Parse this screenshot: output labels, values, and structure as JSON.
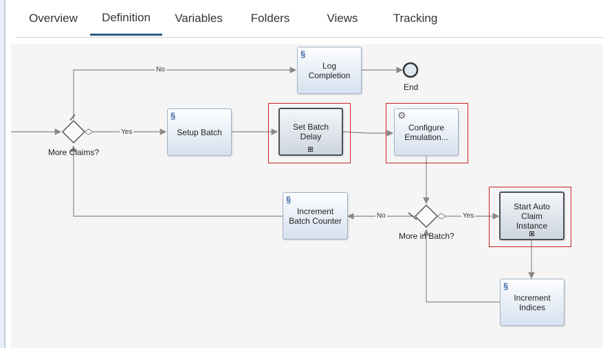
{
  "tabs": [
    {
      "label": "Overview"
    },
    {
      "label": "Definition"
    },
    {
      "label": "Variables"
    },
    {
      "label": "Folders"
    },
    {
      "label": "Views"
    },
    {
      "label": "Tracking"
    }
  ],
  "active_tab": "Definition",
  "nodes": {
    "log_completion": "Log Completion",
    "end": "End",
    "setup_batch": "Setup Batch",
    "set_batch_delay": "Set Batch\nDelay",
    "configure_emulation": "Configure\nEmulation...",
    "increment_batch_counter": "Increment\nBatch Counter",
    "start_auto_claim": "Start Auto\nClaim Instance",
    "increment_indices": "Increment\nIndices"
  },
  "gateways": {
    "more_claims": "More Claims?",
    "more_in_batch": "More in Batch?"
  },
  "flow_labels": {
    "no_top": "No",
    "yes_claims": "Yes",
    "no_batch": "No",
    "yes_batch": "Yes"
  },
  "colors": {
    "tab_active_underline": "#2a5d84",
    "highlight": "#cc1f1f",
    "connector": "#888888"
  },
  "icons": {
    "script": "script-icon",
    "gear": "gear-icon",
    "subprocess": "subprocess-marker-icon"
  }
}
